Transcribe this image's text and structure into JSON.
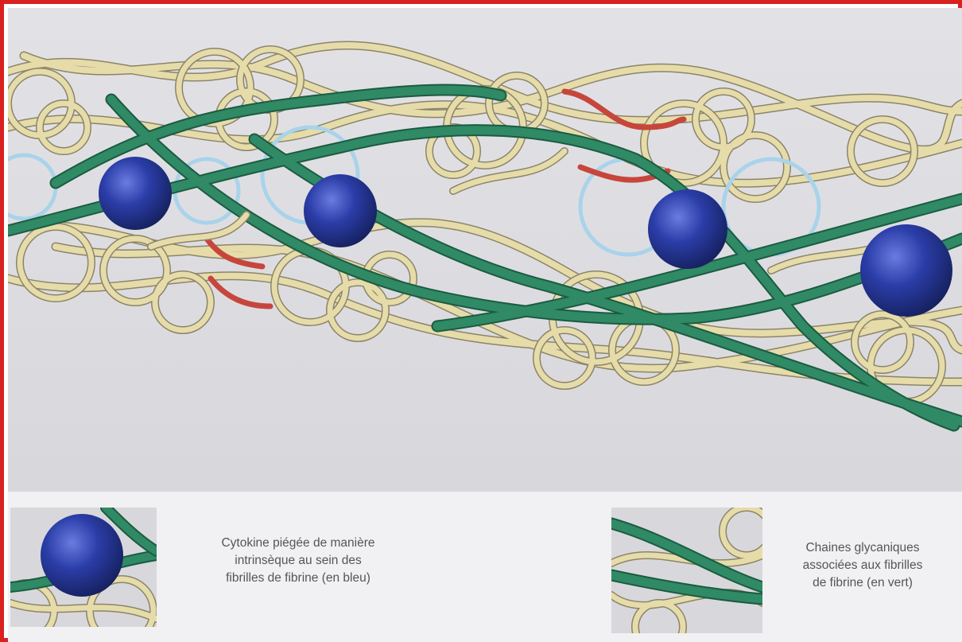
{
  "legend": {
    "cytokine": {
      "lines": [
        "Cytokine piégée de manière",
        "intrinsèque au sein des",
        "fibrilles de fibrine (en bleu)"
      ]
    },
    "glycan": {
      "lines": [
        "Chaines glycaniques",
        "associées aux fibrilles",
        "de fibrine (en vert)"
      ]
    }
  },
  "colors": {
    "frame_border": "#d9211f",
    "fibrin_fibril": "#e6dcaa",
    "glycan_chain": "#2f8a65",
    "cytokine_sphere": "#24379e",
    "light_blue_loop": "#a9d3ea",
    "red_segment": "#c7463c"
  }
}
